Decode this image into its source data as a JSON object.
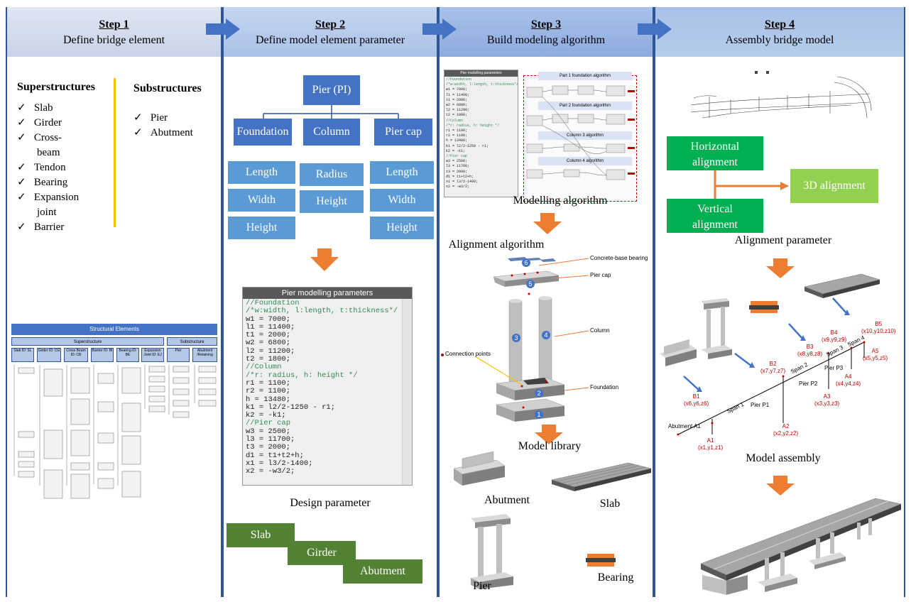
{
  "steps": [
    {
      "title": "Step 1",
      "subtitle": "Define bridge element"
    },
    {
      "title": "Step 2",
      "subtitle": "Define model element parameter"
    },
    {
      "title": "Step 3",
      "subtitle": "Build modeling algorithm"
    },
    {
      "title": "Step 4",
      "subtitle": "Assembly bridge model"
    }
  ],
  "step1": {
    "super_title": "Superstructures",
    "super_items": [
      "Slab",
      "Girder",
      "Cross-",
      "beam",
      "Tendon",
      "Bearing",
      "Expansion",
      "joint",
      "Barrier"
    ],
    "sub_title": "Substructures",
    "sub_items": [
      "Pier",
      "Abutment"
    ],
    "table_title": "Structural Elements",
    "table_super": "Superstructure",
    "table_sub": "Substructure",
    "table_cols": [
      "Slab ID: SL",
      "Girder ID: CG",
      "Cross Beam ID: CB",
      "Barrier ID: BI",
      "Bearing ID: BE",
      "Expansion Joint ID: EJ",
      "Pier",
      "Abutment /Retaining"
    ]
  },
  "step2": {
    "root": "Pier (PI)",
    "children": [
      "Foundation",
      "Column",
      "Pier cap"
    ],
    "foundation_params": [
      "Length",
      "Width",
      "Height"
    ],
    "column_params": [
      "Radius",
      "Height"
    ],
    "piercap_params": [
      "Length",
      "Width",
      "Height"
    ],
    "code_title": "Pier modelling parameters",
    "code_lines": [
      "//Foundation",
      "/*w:width, l:length, t:thickness*/",
      "w1 = 7000;",
      "l1 = 11400;",
      "t1 = 2000;",
      "w2 = 6800;",
      "l2 = 11200;",
      "t2 = 1800;",
      "//Column",
      "/*r: radius, h: height */",
      "r1 = 1100;",
      "r2 = 1100;",
      "h = 13480;",
      "k1 = l2/2-1250 - r1;",
      "k2 = -k1;",
      "//Pier cap",
      "w3 = 2500;",
      "l3 = 11700;",
      "t3 = 2000;",
      "d1 = t1+t2+h;",
      "x1 = l3/2-1400;",
      "x2 = -w3/2;"
    ],
    "design_caption": "Design parameter",
    "stairs": [
      "Slab",
      "Girder",
      "Abutment"
    ]
  },
  "step3": {
    "mini_title": "Pier modelling parameters",
    "mini_lines": [
      "//Foundation",
      "/*w:width, l:length, t:thickness*/",
      "w1 = 7000;",
      "l1 = 11400;",
      "t1 = 2000;",
      "w2 = 6800;",
      "l2 = 11200;",
      "t2 = 1800;",
      "//Column",
      "/*r: radius, h: height */",
      "r1 = 1100;",
      "r2 = 1100;",
      "h = 13480;",
      "k1 = l2/2-1250 - r1;",
      "k2 = -k1;",
      "//Pier cap",
      "w3 = 2500;",
      "l3 = 11700;",
      "t3 = 2000;",
      "d1 = t1+t2+h;",
      "x1 = l3/2-1400;",
      "x2 = -w3/2;"
    ],
    "algos": [
      "Part 1 foundation algorithm",
      "Part 2 foundation algorithm",
      "Column 3 algorithm",
      "Column 4 algorithm"
    ],
    "caption_algo": "Modelling algorithm",
    "caption_align": "Alignment algorithm",
    "labels": {
      "bearing": "Concrete-base bearing",
      "piercap": "Pier cap",
      "column": "Column",
      "conn": "Connection points",
      "foundation": "Foundation"
    },
    "badges": [
      "6",
      "5",
      "3",
      "4",
      "2",
      "1"
    ],
    "caption_library": "Model library",
    "lib": [
      "Abutment",
      "Slab",
      "Pier",
      "Bearing"
    ]
  },
  "step4": {
    "horizontal": "Horizontal alignment",
    "vertical": "Vertical alignment",
    "align3d": "3D alignment",
    "caption_param": "Alignment parameter",
    "points": [
      {
        "id": "B5",
        "coord": "(x10,y10,z10)"
      },
      {
        "id": "B4",
        "coord": "(x9,y9,z9)"
      },
      {
        "id": "B3",
        "coord": "(x8,y8,z8)"
      },
      {
        "id": "B2",
        "coord": "(x7,y7,z7)"
      },
      {
        "id": "B1",
        "coord": "(x6,y6,z6)"
      },
      {
        "id": "A5",
        "coord": "(x5,y5,z5)"
      },
      {
        "id": "A4",
        "coord": "(x4,y4,z4)"
      },
      {
        "id": "A3",
        "coord": "(x3,y3,z3)"
      },
      {
        "id": "A2",
        "coord": "(x2,y2,z2)"
      },
      {
        "id": "A1",
        "coord": "(x1,y1,z1)"
      }
    ],
    "spans": [
      "Span 1",
      "Span 2",
      "Span 3",
      "Span 4"
    ],
    "piers": [
      "Pier P1",
      "Pier P2",
      "Pier P3"
    ],
    "abutment": "Abutment A1",
    "caption_assembly": "Model assembly"
  },
  "colors": {
    "accent": "#2f5597",
    "box_dark": "#4472c4",
    "box_light": "#5b9bd5",
    "orange": "#ed7d31",
    "green_dark": "#00b050",
    "green_light": "#92d050",
    "stair_green": "#548235",
    "yellow": "#ffc000"
  }
}
